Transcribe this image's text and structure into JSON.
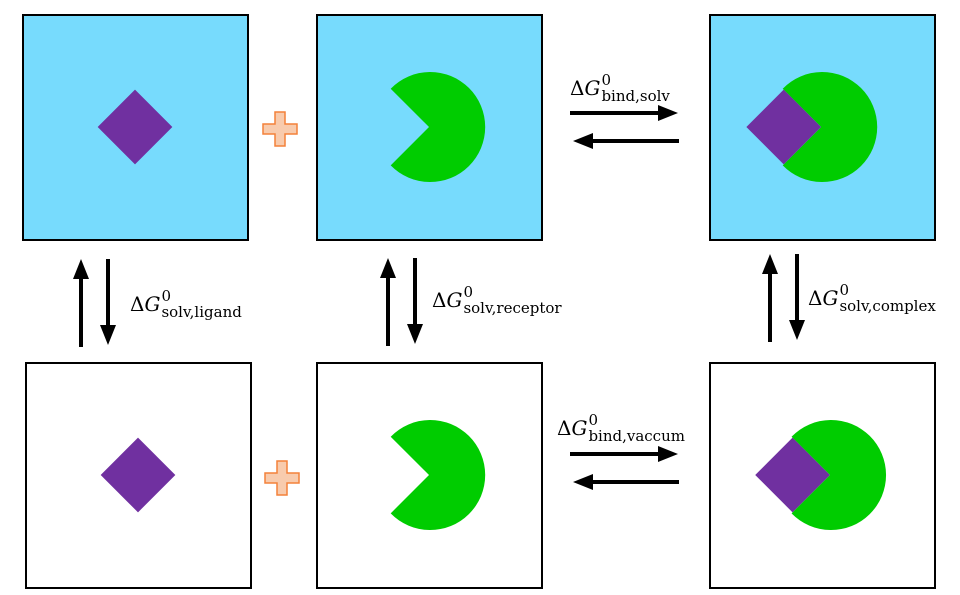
{
  "colors": {
    "solvent": "#77dbfd",
    "vacuum": "#ffffff",
    "ligand": "#7030a0",
    "receptor": "#00cc00",
    "plus_fill": "#f8cbad",
    "plus_stroke": "#f4813a"
  },
  "labels": {
    "bind_solv": {
      "delta": "Δ",
      "g": "G",
      "sup": "0",
      "sub": "bind,solv"
    },
    "bind_vaccum": {
      "delta": "Δ",
      "g": "G",
      "sup": "0",
      "sub": "bind,vaccum"
    },
    "solv_ligand": {
      "delta": "Δ",
      "g": "G",
      "sup": "0",
      "sub": "solv,ligand"
    },
    "solv_receptor": {
      "delta": "Δ",
      "g": "G",
      "sup": "0",
      "sub": "solv,receptor"
    },
    "solv_complex": {
      "delta": "Δ",
      "g": "G",
      "sup": "0",
      "sub": "solv,complex"
    }
  }
}
